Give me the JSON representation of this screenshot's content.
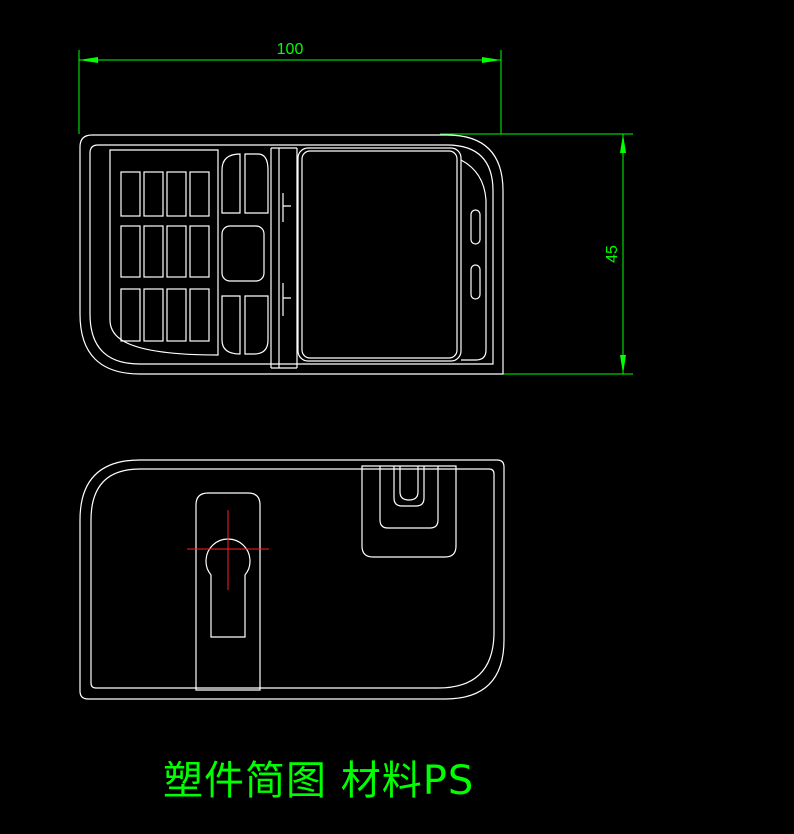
{
  "drawing": {
    "dimension_width": "100",
    "dimension_height": "45",
    "caption": "塑件简图 材料PS"
  },
  "colors": {
    "background": "#000000",
    "outline": "#ffffff",
    "dimension": "#00ff00",
    "centerline": "#ff2020"
  }
}
